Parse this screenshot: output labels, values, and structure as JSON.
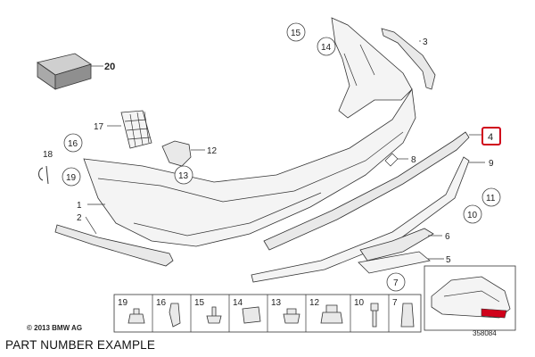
{
  "caption": "PART NUMBER EXAMPLE",
  "copyright": "© 2013 BMW AG",
  "diagram_number": "358084",
  "highlight_color": "#d0021b",
  "callouts": {
    "c1": "1",
    "c2": "2",
    "c3": "3",
    "c4": "4",
    "c5": "5",
    "c6": "6",
    "c7": "7",
    "c8": "8",
    "c9": "9",
    "c10": "10",
    "c11": "11",
    "c12": "12",
    "c13": "13",
    "c14": "14",
    "c15": "15",
    "c16": "16",
    "c17": "17",
    "c18": "18",
    "c19": "19",
    "c20": "20"
  },
  "legend": [
    "19",
    "16",
    "15",
    "14",
    "13",
    "12",
    "10",
    "7"
  ]
}
